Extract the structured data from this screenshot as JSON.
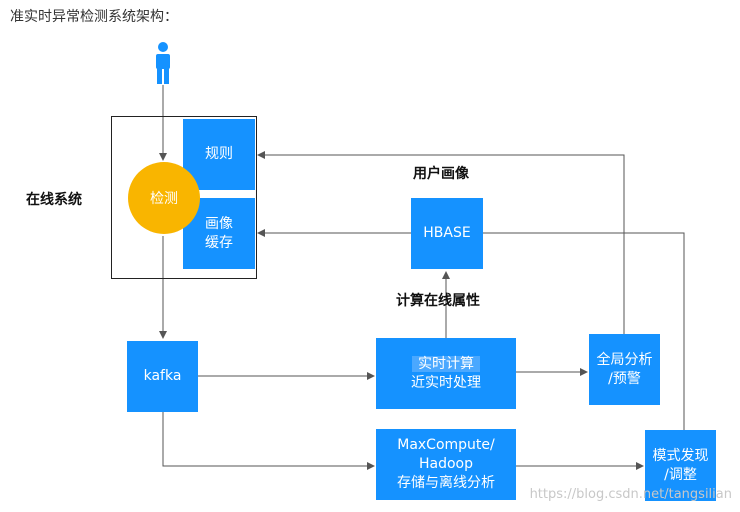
{
  "heading": "准实时异常检测系统架构：",
  "online_system_label": "在线系统",
  "detect": "检测",
  "rules": "规则",
  "profile_cache": [
    "画像",
    "缓存"
  ],
  "user_profile_label": "用户画像",
  "hbase": "HBASE",
  "compute_online_attr_label": "计算在线属性",
  "kafka": "kafka",
  "realtime": [
    "实时计算",
    "近实时处理"
  ],
  "global_analysis": [
    "全局分析",
    "/预警"
  ],
  "maxcompute": [
    "MaxCompute/",
    "Hadoop",
    "存储与离线分析"
  ],
  "pattern": [
    "模式发现",
    "/调整"
  ],
  "watermark": "https://blog.csdn.net/tangsilian",
  "colors": {
    "box_blue": "#1592ff",
    "detect_orange": "#f9b500",
    "line_gray": "#555555"
  }
}
